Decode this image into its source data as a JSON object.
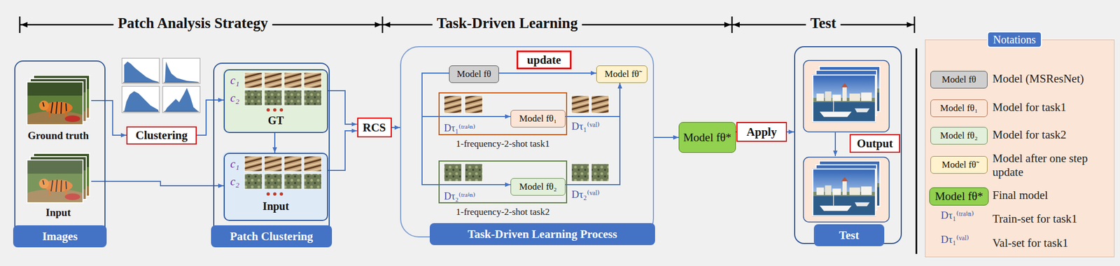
{
  "diagram": {
    "nodes": [
      {
        "text": [
          "Images"
        ]
      },
      {
        "text": [
          "Ground truth"
        ],
        "in": 0
      },
      {
        "text": [
          "Input"
        ],
        "in": 0
      },
      {
        "text": [
          "Clustering"
        ]
      },
      {
        "text": [
          "Patch Clustering"
        ]
      },
      {
        "text": [
          "c₁",
          "c₂",
          "GT"
        ],
        "in": 4
      },
      {
        "text": [
          "c₁",
          "c₂",
          "Input"
        ],
        "in": 4
      },
      {
        "text": [
          "RCS"
        ]
      },
      {
        "text": [
          "Task-Driven Learning Process"
        ]
      },
      {
        "text": [
          "update"
        ],
        "in": 8
      },
      {
        "text": [
          "Model fθ"
        ],
        "in": 8
      },
      {
        "text": [
          "Model fθ̃"
        ],
        "in": 8
      },
      {
        "text": [
          "Dτ₁⁽ᵗʳᵃⁱⁿ⁾",
          "1-frequency-2-shot task1"
        ],
        "in": 8
      },
      {
        "text": [
          "Model fθ₁"
        ],
        "in": 12
      },
      {
        "text": [
          "Dτ₂⁽ᵗʳᵃⁱⁿ⁾",
          "1-frequency-2-shot task2"
        ],
        "in": 8
      },
      {
        "text": [
          "Model fθ₂"
        ],
        "in": 14
      },
      {
        "text": [
          "Model fθ*"
        ]
      },
      {
        "text": [
          "Apply"
        ]
      },
      {
        "text": [
          "Test"
        ]
      },
      {
        "text": [
          "Output"
        ],
        "in": 18
      },
      {
        "text": [
          "Notations"
        ]
      },
      {
        "text": [
          "Model fθ"
        ],
        "in": 20
      },
      {
        "text": [
          "Model fθ₁"
        ],
        "in": 20
      },
      {
        "text": [
          "Model fθ₂"
        ],
        "in": 20
      },
      {
        "text": [
          "Model fθ̃"
        ],
        "in": 20
      },
      {
        "text": [
          "Model fθ*"
        ],
        "in": 20
      }
    ],
    "edges": [
      {
        "from": 1,
        "to": 3,
        "arrow": "to"
      },
      {
        "from": 3,
        "to": 5,
        "arrow": "to"
      },
      {
        "from": 2,
        "to": 6,
        "arrow": "to"
      },
      {
        "from": 5,
        "to": 6,
        "arrow": "to"
      },
      {
        "from": 5,
        "to": 7,
        "arrow": "to"
      },
      {
        "from": 6,
        "to": 7,
        "arrow": "to"
      },
      {
        "from": 7,
        "to": 8,
        "arrow": "to"
      },
      {
        "from": 10,
        "to": 11,
        "arrow": "to"
      },
      {
        "from": 10,
        "to": 13,
        "arrow": "to"
      },
      {
        "from": 10,
        "to": 15,
        "arrow": "to"
      },
      {
        "from": 13,
        "to": 11,
        "arrow": "to"
      },
      {
        "from": 15,
        "to": 11,
        "arrow": "to"
      },
      {
        "from": 8,
        "to": 16,
        "arrow": "to"
      },
      {
        "from": 16,
        "to": 17,
        "arrow": "none"
      },
      {
        "from": 17,
        "to": 18,
        "arrow": "to"
      }
    ],
    "labels": [
      "Patch Analysis Strategy",
      "Task-Driven Learning",
      "Test",
      "Dτ₁⁽ᵛᵃˡ⁾",
      "Dτ₂⁽ᵛᵃˡ⁾",
      "Model (MSResNet)",
      "Model for task1",
      "Model for task2",
      "Model after one step update",
      "Final model",
      "Dτ₁⁽ᵗʳᵃⁱⁿ⁾",
      "Train-set for task1",
      "Dτ₁⁽ᵛᵃˡ⁾",
      "Val-set for task1"
    ]
  }
}
